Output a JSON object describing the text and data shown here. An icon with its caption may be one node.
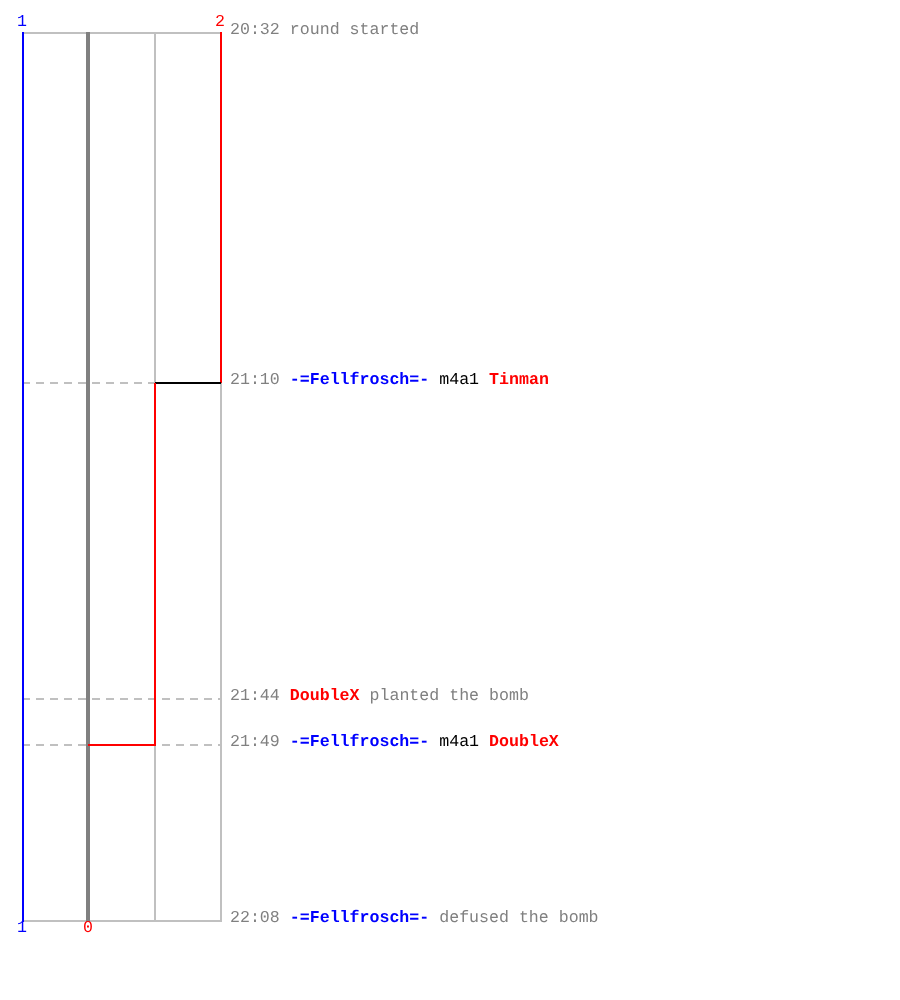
{
  "diagram": {
    "labels": [
      "1",
      "2",
      "20:32",
      "round started",
      "21:10",
      "-=Fellfrosch=-",
      "m4a1",
      "Tinman",
      "21:44",
      "DoubleX",
      "planted the bomb",
      "21:49",
      "-=Fellfrosch=-",
      "m4a1",
      "DoubleX",
      "1",
      "0",
      "22:08",
      "-=Fellfrosch=-",
      "defused the bomb"
    ]
  }
}
